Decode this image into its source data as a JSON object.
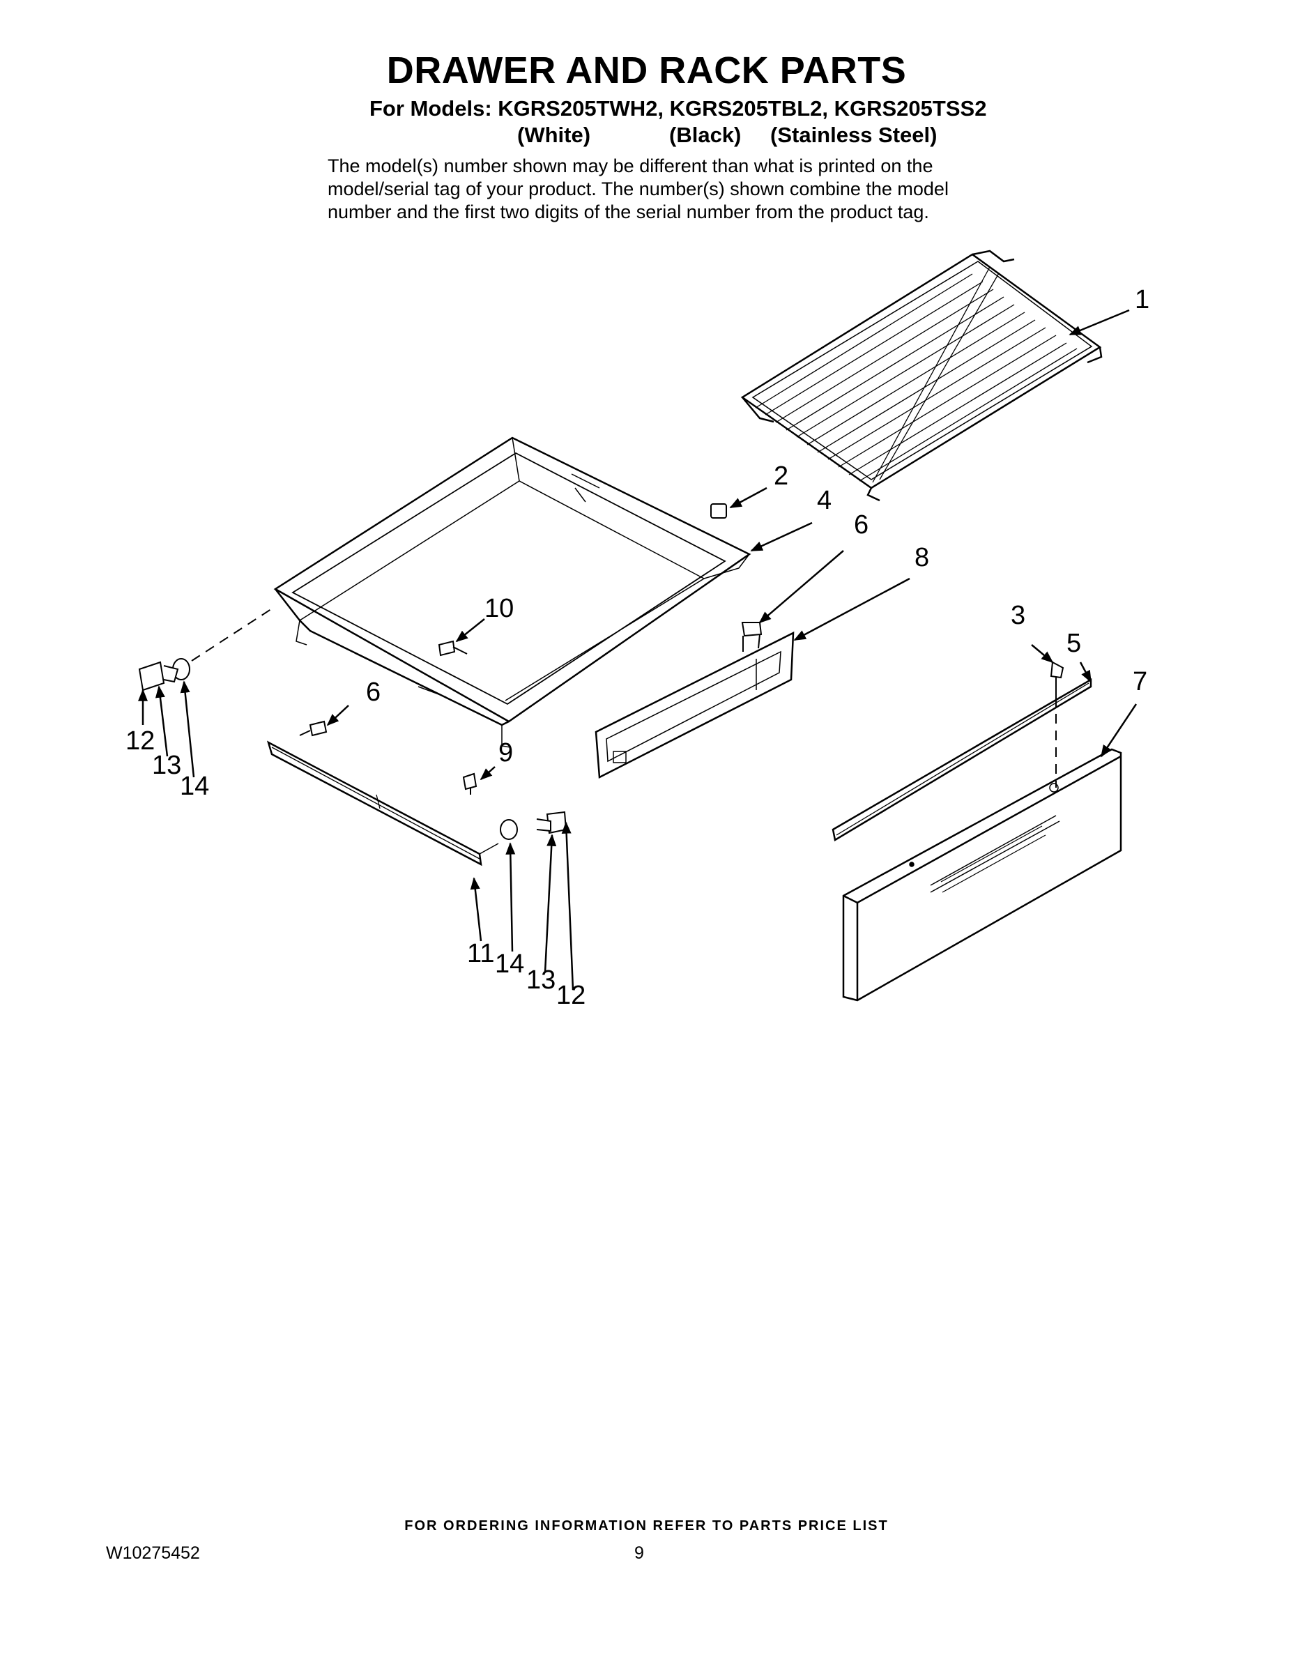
{
  "header": {
    "title": "DRAWER AND RACK PARTS",
    "models_line": "For Models: KGRS205TWH2, KGRS205TBL2, KGRS205TSS2",
    "colors": [
      "(White)",
      "(Black)",
      "(Stainless Steel)"
    ],
    "note_lines": [
      "The model(s) number shown may be different than what is printed on the",
      "model/serial tag of your product. The number(s) shown combine the model",
      "number and the first two digits of the serial number from the product tag."
    ]
  },
  "callouts": {
    "c1": "1",
    "c2": "2",
    "c3": "3",
    "c4": "4",
    "c5": "5",
    "c6a": "6",
    "c6b": "6",
    "c7": "7",
    "c8": "8",
    "c9": "9",
    "c10": "10",
    "c11": "11",
    "c12a": "12",
    "c12b": "12",
    "c13a": "13",
    "c13b": "13",
    "c14a": "14",
    "c14b": "14"
  },
  "footer": {
    "ordering": "FOR ORDERING INFORMATION REFER TO PARTS PRICE LIST",
    "doc_number": "W10275452",
    "page": "9"
  }
}
